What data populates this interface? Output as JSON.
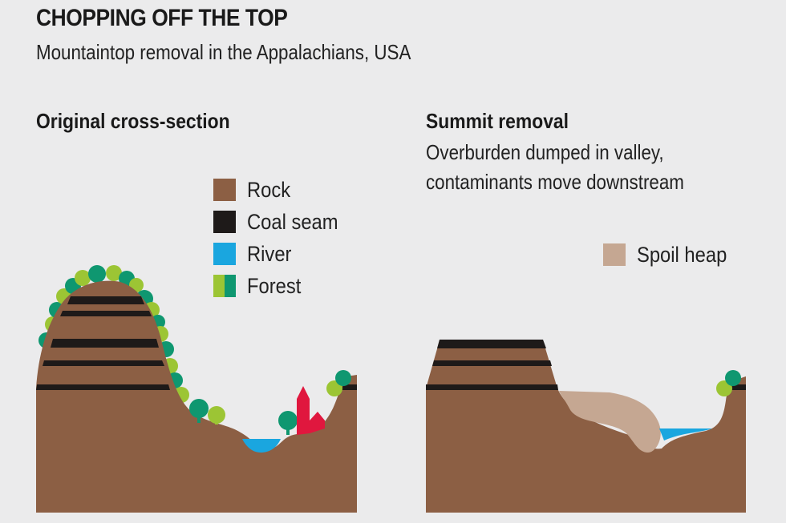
{
  "header": {
    "title": "CHOPPING OFF THE TOP",
    "subtitle": "Mountaintop removal in the Appalachians, USA"
  },
  "colors": {
    "background": "#ebebec",
    "rock": "#8c5f44",
    "coal_seam": "#1e1a19",
    "river": "#1aa6df",
    "forest_light": "#9cc534",
    "forest_dark": "#0f9770",
    "spoil_heap": "#c5a792",
    "village": "#e0173e"
  },
  "panels": [
    {
      "title": "Original cross-section",
      "description": "",
      "legend": [
        {
          "label": "Rock",
          "icon": "rock-swatch"
        },
        {
          "label": "Coal seam",
          "icon": "coal-seam-swatch"
        },
        {
          "label": "River",
          "icon": "river-swatch"
        },
        {
          "label": "Forest",
          "icon": "forest-swatch"
        }
      ]
    },
    {
      "title": "Summit removal",
      "description_lines": [
        "Overburden dumped in valley,",
        "contaminants move downstream"
      ],
      "legend": [
        {
          "label": "Spoil heap",
          "icon": "spoil-heap-swatch"
        }
      ]
    }
  ]
}
